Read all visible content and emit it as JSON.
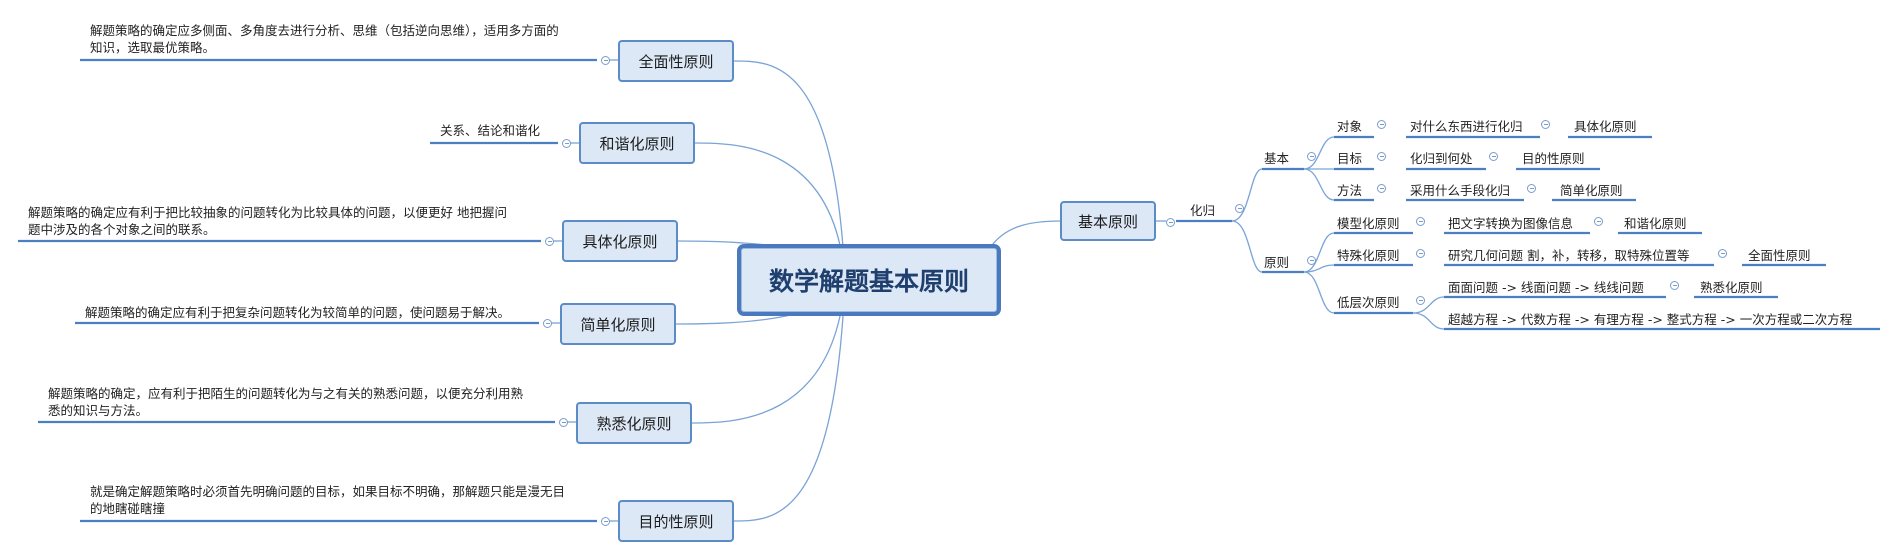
{
  "center": {
    "title": "数学解题基本原则"
  },
  "left_branches": [
    {
      "label": "全面性原则",
      "note": [
        "解题策略的确定应多侧面、多角度去进行分析、思维（包括逆向思维），适用多方面的",
        "知识，选取最优策略。"
      ]
    },
    {
      "label": "和谐化原则",
      "note": [
        "关系、结论和谐化"
      ]
    },
    {
      "label": "具体化原则",
      "note": [
        "解题策略的确定应有利于把比较抽象的问题转化为比较具体的问题，以便更好 地把握问",
        "题中涉及的各个对象之间的联系。"
      ]
    },
    {
      "label": "简单化原则",
      "note": [
        "解题策略的确定应有利于把复杂问题转化为较简单的问题，使问题易于解决。"
      ]
    },
    {
      "label": "熟悉化原则",
      "note": [
        "解题策略的确定，应有利于把陌生的问题转化为与之有关的熟悉问题，以便充分利用熟",
        "悉的知识与方法。"
      ]
    },
    {
      "label": "目的性原则",
      "note": [
        "就是确定解题策略时必须首先明确问题的目标，如果目标不明确，那解题只能是漫无目",
        "的地瞎碰瞎撞"
      ]
    }
  ],
  "right": {
    "root": "基本原则",
    "level1": "化归",
    "groups": [
      {
        "label": "基本",
        "rows": [
          {
            "label": "对象",
            "desc": "对什么东西进行化归",
            "principle": "具体化原则"
          },
          {
            "label": "目标",
            "desc": "化归到何处",
            "principle": "目的性原则"
          },
          {
            "label": "方法",
            "desc": "采用什么手段化归",
            "principle": "简单化原则"
          }
        ]
      },
      {
        "label": "原则",
        "rows": [
          {
            "label": "模型化原则",
            "desc": "把文字转换为图像信息",
            "principle": "和谐化原则"
          },
          {
            "label": "特殊化原则",
            "desc": "研究几何问题  割，补，转移，取特殊位置等",
            "principle": "全面性原则"
          },
          {
            "label": "低层次原则",
            "desc": "面面问题 -> 线面问题 -> 线线问题",
            "principle": "熟悉化原则",
            "extra": "超越方程 -> 代数方程 -> 有理方程 -> 整式方程 -> 一次方程或二次方程"
          }
        ]
      }
    ]
  },
  "colors": {
    "line": "#4a7fc1",
    "box_fill": "#dde8f6",
    "box_border": "#5b8cc8",
    "center_text": "#1f3f6e"
  }
}
